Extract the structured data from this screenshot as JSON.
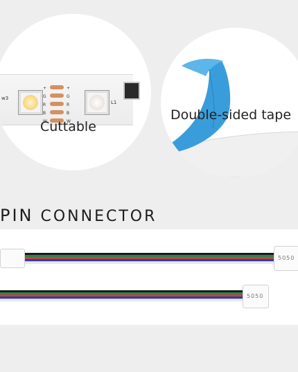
{
  "captions": {
    "left": "Cuttable",
    "right": "Double-sided tape"
  },
  "strip_labels": {
    "resistor_side": "w3",
    "led_label": "L1",
    "pads_left": [
      "+",
      "G",
      "R",
      "B",
      "W"
    ],
    "pads_right": [
      "+",
      "G",
      "R",
      "B",
      "W"
    ]
  },
  "section": {
    "title_prefix": "PIN",
    "title_rest": " CONNECTOR"
  },
  "connector_marking": "5050",
  "colors": {
    "background": "#eeeeee",
    "tape_blue": "#3a9ddb",
    "pad_copper": "#d4915e",
    "wire_black": "#1a1a1a",
    "wire_green": "#1f8a4c",
    "wire_red": "#d23c3c",
    "wire_blue": "#2a3fa8",
    "wire_white": "#e8e8e8"
  }
}
